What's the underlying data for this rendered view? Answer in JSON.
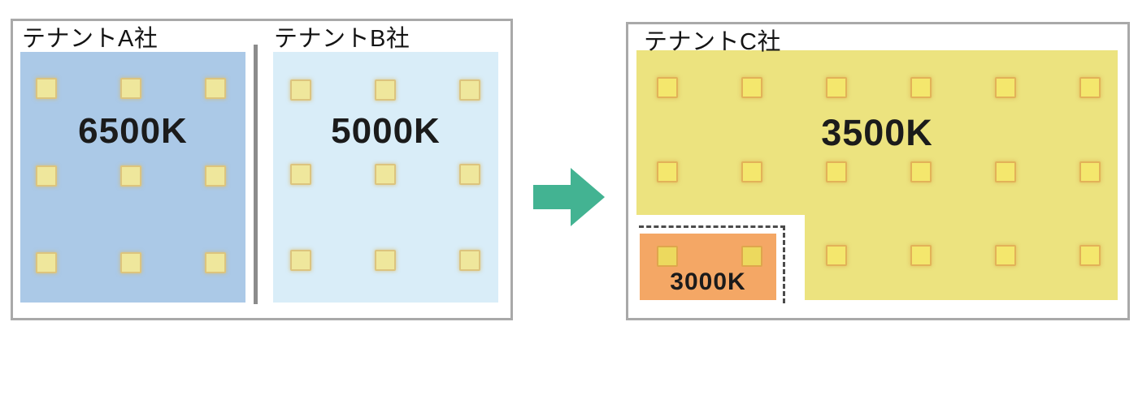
{
  "diagram": {
    "description": "tenant-lighting-color-temperature-before-after",
    "before": {
      "tenants": [
        {
          "label": "テナントA社",
          "kelvin": "6500K",
          "zone_color": "#abc9e7",
          "light_count": 9
        },
        {
          "label": "テナントB社",
          "kelvin": "5000K",
          "zone_color": "#d9edf8",
          "light_count": 9
        }
      ],
      "divider_color": "#8c8c8c"
    },
    "arrow": {
      "icon": "right-arrow-icon",
      "color": "#43b392"
    },
    "after": {
      "tenant_label": "テナントC社",
      "main_zone": {
        "kelvin": "3500K",
        "color": "#ece37f",
        "light_count": 16
      },
      "accent_zone": {
        "kelvin": "3000K",
        "color": "#f4a765",
        "light_count": 2,
        "boundary": "dashed"
      }
    },
    "colors": {
      "panel_border": "#a9a9a9",
      "light_fill_cool": "#efe79c",
      "light_fill_warm": "#f4e76d",
      "text": "#1b1b1b"
    }
  }
}
